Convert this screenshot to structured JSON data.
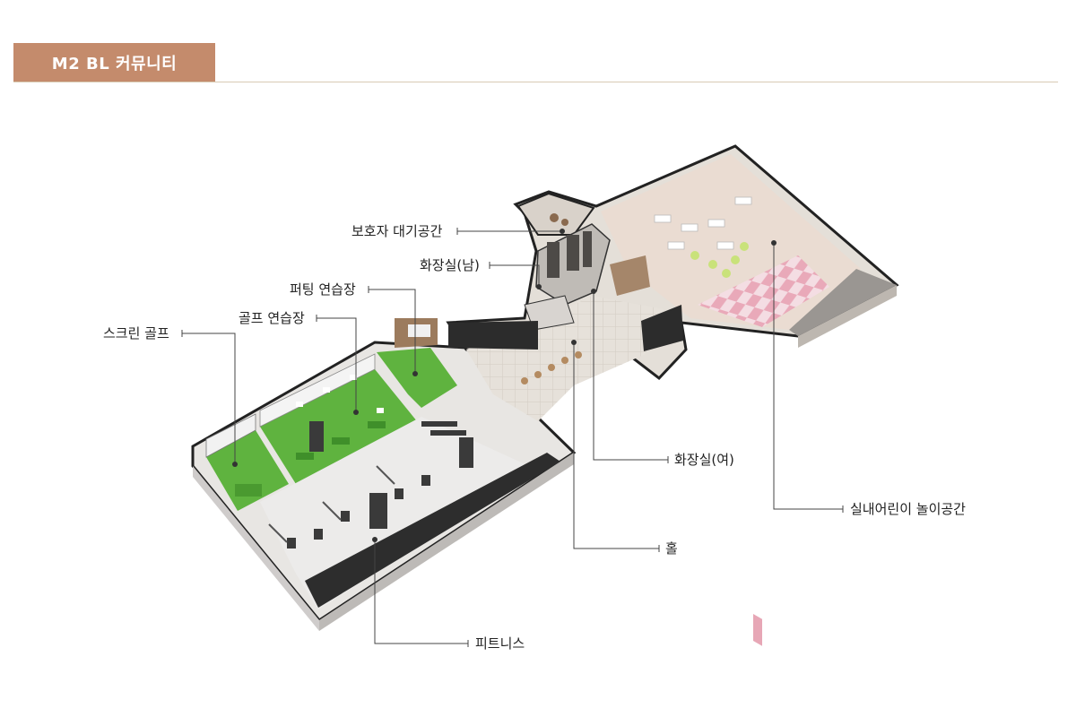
{
  "header": {
    "title": "M2 BL 커뮤니티"
  },
  "colors": {
    "title_bar": "#c48b6c",
    "golf_turf": "#5fb33f",
    "kids_floor": "#eddad2",
    "leader_line": "#444444"
  },
  "labels": {
    "guardian_waiting": "보호자 대기공간",
    "restroom_male": "화장실(남)",
    "putting_practice": "퍼팅 연습장",
    "golf_practice": "골프 연습장",
    "screen_golf": "스크린 골프",
    "restroom_female": "화장실(여)",
    "kids_playroom": "실내어린이 놀이공간",
    "hall": "홀",
    "fitness": "피트니스"
  }
}
